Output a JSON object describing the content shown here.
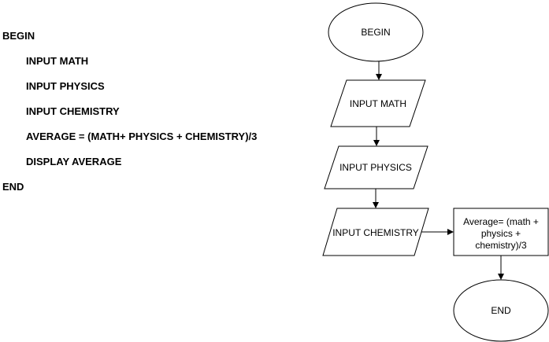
{
  "pseudocode": {
    "lines": [
      "BEGIN",
      "INPUT MATH",
      "INPUT PHYSICS",
      "INPUT CHEMISTRY",
      "AVERAGE = (MATH+ PHYSICS + CHEMISTRY)/3",
      "DISPLAY AVERAGE",
      "END"
    ]
  },
  "flowchart": {
    "begin_label": "BEGIN",
    "input_math_label": "INPUT MATH",
    "input_physics_label": "INPUT PHYSICS",
    "input_chemistry_label": "INPUT CHEMISTRY",
    "average_label_lines": [
      "Average= (math +",
      "physics +",
      "chemistry)/3"
    ],
    "end_label": "END"
  }
}
